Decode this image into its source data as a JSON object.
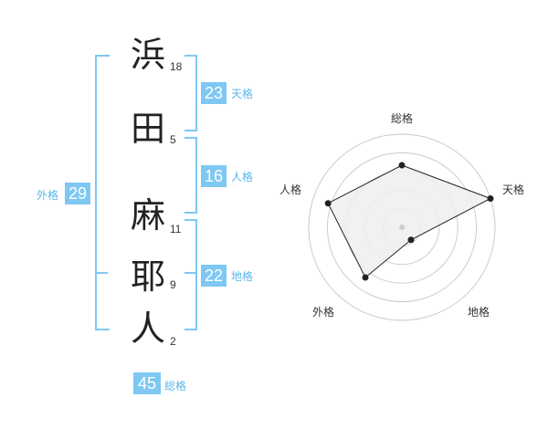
{
  "name_chars": [
    {
      "char": "浜",
      "strokes": "18"
    },
    {
      "char": "田",
      "strokes": "5"
    },
    {
      "char": "麻",
      "strokes": "11"
    },
    {
      "char": "耶",
      "strokes": "9"
    },
    {
      "char": "人",
      "strokes": "2"
    }
  ],
  "kaku": {
    "tenkaku": {
      "value": "23",
      "label": "天格"
    },
    "jinkaku": {
      "value": "16",
      "label": "人格"
    },
    "chikaku": {
      "value": "22",
      "label": "地格"
    },
    "gaikaku": {
      "value": "29",
      "label": "外格"
    },
    "soukaku": {
      "value": "45",
      "label": "総格"
    }
  },
  "radar": {
    "axes": [
      "総格",
      "天格",
      "地格",
      "外格",
      "人格"
    ],
    "values": [
      4,
      6,
      1,
      4,
      5
    ],
    "max": 6,
    "rings": 5,
    "colors": {
      "fill": "#efefef",
      "stroke": "#222222",
      "grid": "#cccccc",
      "dot": "#222222",
      "center": "#cccccc"
    }
  },
  "colors": {
    "accent": "#7ec8f3",
    "accent_text": "#5ab7e8"
  }
}
